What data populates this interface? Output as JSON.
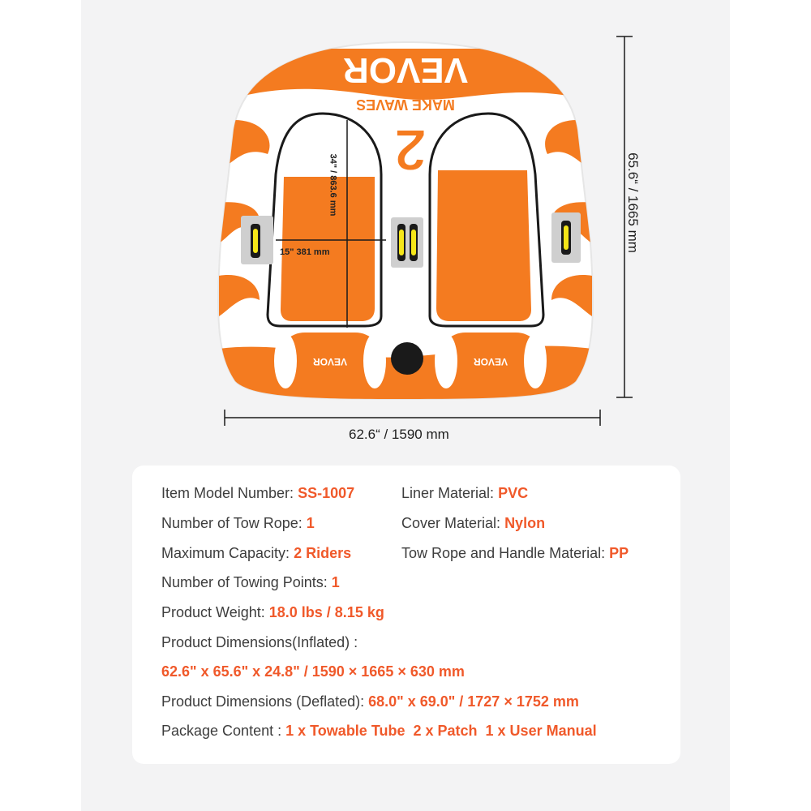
{
  "dimensions": {
    "width_label": "62.6“ / 1590 mm",
    "height_label": "65.6“ / 1665 mm",
    "seat_height_label": "34\" / 863.6 mm",
    "seat_width_label": "15\"  381 mm"
  },
  "product": {
    "brand": "VEVOR",
    "slogan": "MAKE WAVES",
    "number": "2",
    "colors": {
      "orange": "#f47b20",
      "white": "#ffffff",
      "black": "#1a1a1a",
      "yellow": "#f5e619"
    }
  },
  "specs": {
    "model_label": "Item Model Number:",
    "model_value": "SS-1007",
    "liner_label": "Liner Material:",
    "liner_value": "PVC",
    "tow_rope_label": "Number of Tow Rope:",
    "tow_rope_value": "1",
    "cover_label": "Cover Material:",
    "cover_value": "Nylon",
    "capacity_label": "Maximum Capacity:",
    "capacity_value": "2 Riders",
    "handle_label": "Tow Rope and Handle Material:",
    "handle_value": "PP",
    "towing_points_label": "Number of Towing Points:",
    "towing_points_value": "1",
    "weight_label": "Product Weight:",
    "weight_value": "18.0 lbs / 8.15 kg",
    "inflated_label": "Product Dimensions(Inflated) :",
    "inflated_value": "62.6\" x 65.6\" x 24.8\" / 1590 × 1665 × 630 mm",
    "deflated_label": "Product Dimensions (Deflated):",
    "deflated_value": "68.0\" x 69.0\" / 1727 × 1752 mm",
    "package_label": "Package Content :",
    "package_items": [
      "1 x Towable Tube",
      "2 x Patch",
      "1 x User Manual"
    ]
  }
}
